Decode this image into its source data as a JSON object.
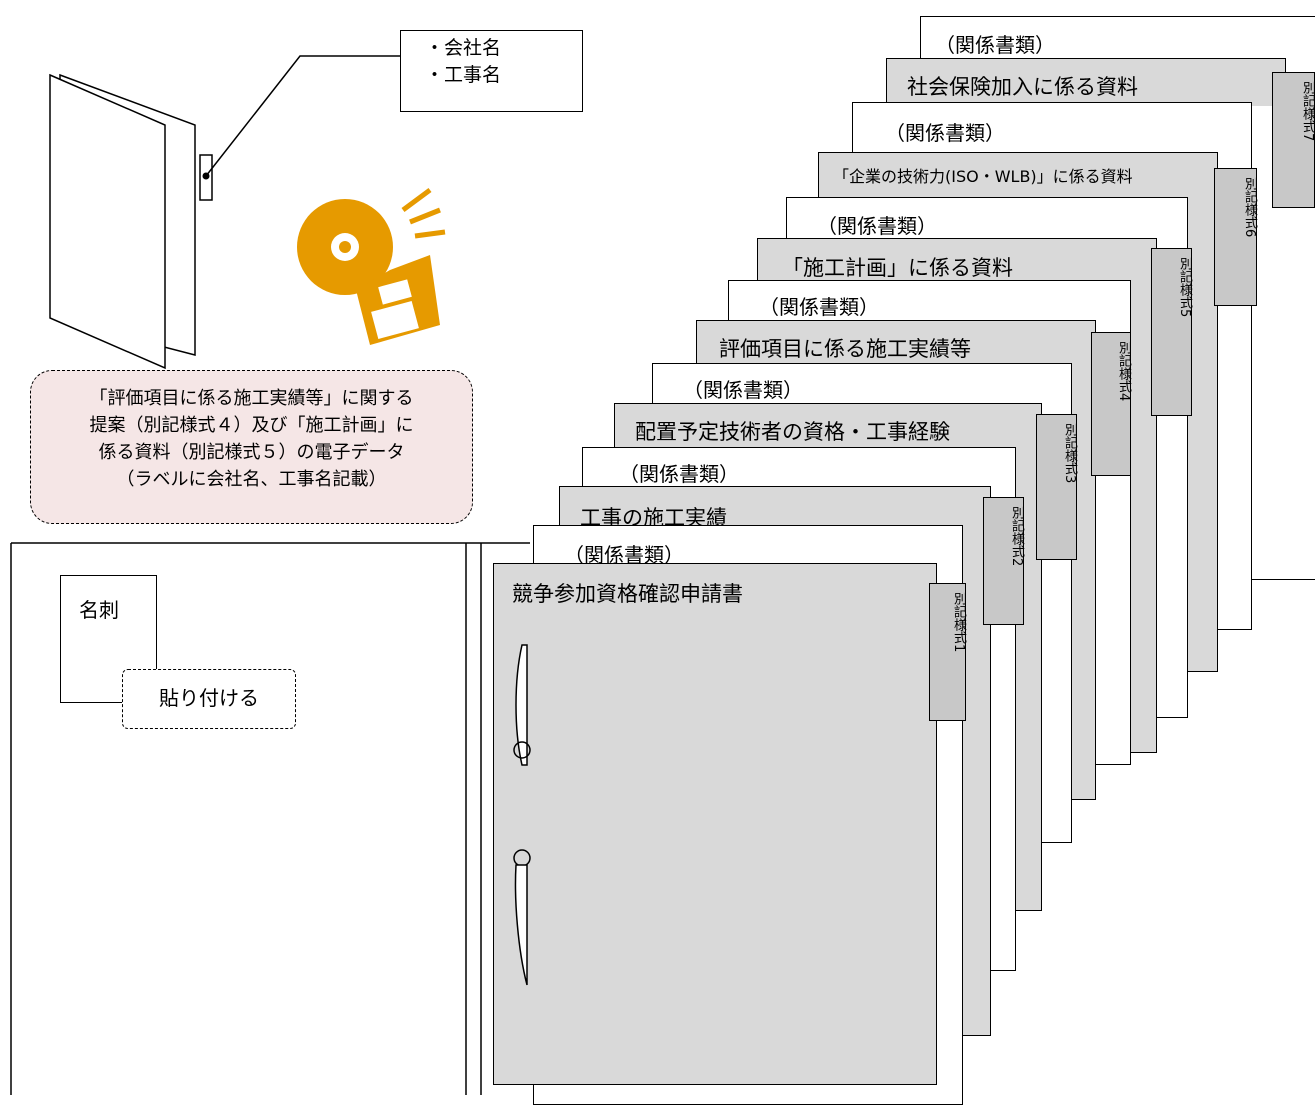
{
  "folder_label_box": {
    "items": [
      "・会社名",
      "・工事名"
    ]
  },
  "media_icon": "cd-and-floppy-icon",
  "callout": {
    "lines": [
      "「評価項目に係る施工実績等」に関する",
      "提案（別記様式４）及び「施工計画」に",
      "係る資料（別記様式５）の電子データ",
      "（ラベルに会社名、工事名記載）"
    ]
  },
  "business_card": {
    "label": "名刺",
    "paste_label": "貼り付ける"
  },
  "documents": [
    {
      "header": "競争参加資格確認申請書",
      "related": "",
      "tab": "別記様式1"
    },
    {
      "header": "工事の施工実績",
      "related": "（関係書類）",
      "tab": "別記様式2"
    },
    {
      "header": "配置予定技術者の資格・工事経験",
      "related": "（関係書類）",
      "tab": "別記様式3"
    },
    {
      "header": "評価項目に係る施工実績等",
      "related": "（関係書類）",
      "tab": "別記様式4"
    },
    {
      "header": "「施工計画」に係る資料",
      "related": "（関係書類）",
      "tab": "別記様式5"
    },
    {
      "header": "「企業の技術力(ISO・WLB)」に係る資料",
      "related": "（関係書類）",
      "tab": "別記様式6"
    },
    {
      "header": "社会保険加入に係る資料",
      "related": "（関係書類）",
      "tab": "別記様式7"
    }
  ],
  "colors": {
    "document_fill": "#d9d9d9",
    "tab_fill": "#c8c8c8",
    "callout_fill": "#f5e6e6",
    "media_icon": "#e69a00"
  }
}
